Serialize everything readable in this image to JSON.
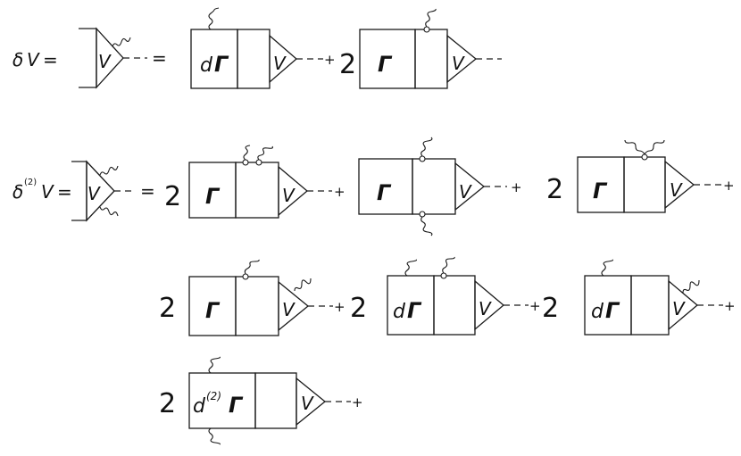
{
  "row1": {
    "lhs_delta": "δ",
    "lhs_v": "V",
    "lhs_eq": "=",
    "lhs_vertex": "V",
    "rhs_eq": "=",
    "t1_d": "d",
    "t1_gamma": "Γ",
    "t1_v": "V",
    "plus1": "+",
    "t2_coef": "2",
    "t2_gamma": "Γ",
    "t2_v": "V"
  },
  "row2": {
    "lhs_delta": "δ",
    "lhs_sup": "(2)",
    "lhs_v": "V",
    "lhs_eq": "=",
    "lhs_vertex": "V",
    "rhs_eq": "=",
    "t1_coef": "2",
    "t1_gamma": "Γ",
    "t1_v": "V",
    "plus1": "+",
    "t2_gamma": "Γ",
    "t2_v": "V",
    "plus2": "+",
    "t3_coef": "2",
    "t3_gamma": "Γ",
    "t3_v": "V",
    "plus3": "+"
  },
  "row3": {
    "t1_coef": "2",
    "t1_gamma": "Γ",
    "t1_v": "V",
    "plus1": "+",
    "t2_coef": "2",
    "t2_d": "d",
    "t2_gamma": "Γ",
    "t2_v": "V",
    "plus2": "+",
    "t3_coef": "2",
    "t3_d": "d",
    "t3_gamma": "Γ",
    "t3_v": "V",
    "plus3": "+"
  },
  "row4": {
    "t1_coef": "2",
    "t1_d": "d",
    "t1_sup": "(2)",
    "t1_gamma": "Γ",
    "t1_v": "V",
    "plus1": "+"
  }
}
